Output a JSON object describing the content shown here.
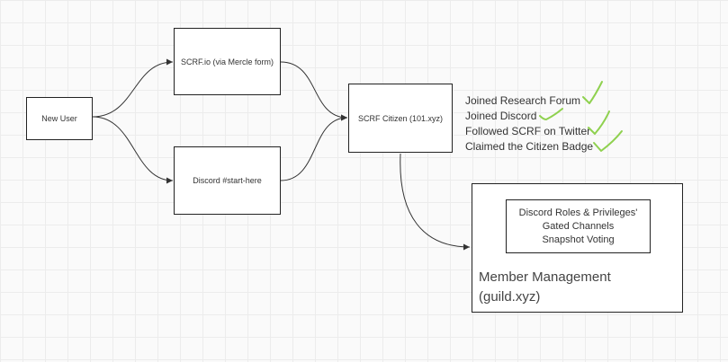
{
  "nodes": {
    "new_user": "New User",
    "scrf_io": "SCRF.io (via Mercle form)",
    "discord_start": "Discord #start-here",
    "scrf_citizen": "SCRF Citizen (101.xyz)"
  },
  "checklist": [
    "Joined Research Forum",
    "Joined Discord",
    "Followed SCRF on Twitter",
    "Claimed the Citizen Badge"
  ],
  "member_management": {
    "features": [
      "Discord Roles & Privileges'",
      "Gated Channels",
      "Snapshot Voting"
    ],
    "title_line1": "Member Management",
    "title_line2": "(guild.xyz)"
  },
  "colors": {
    "check": "#8fd14f",
    "line": "#333333"
  }
}
